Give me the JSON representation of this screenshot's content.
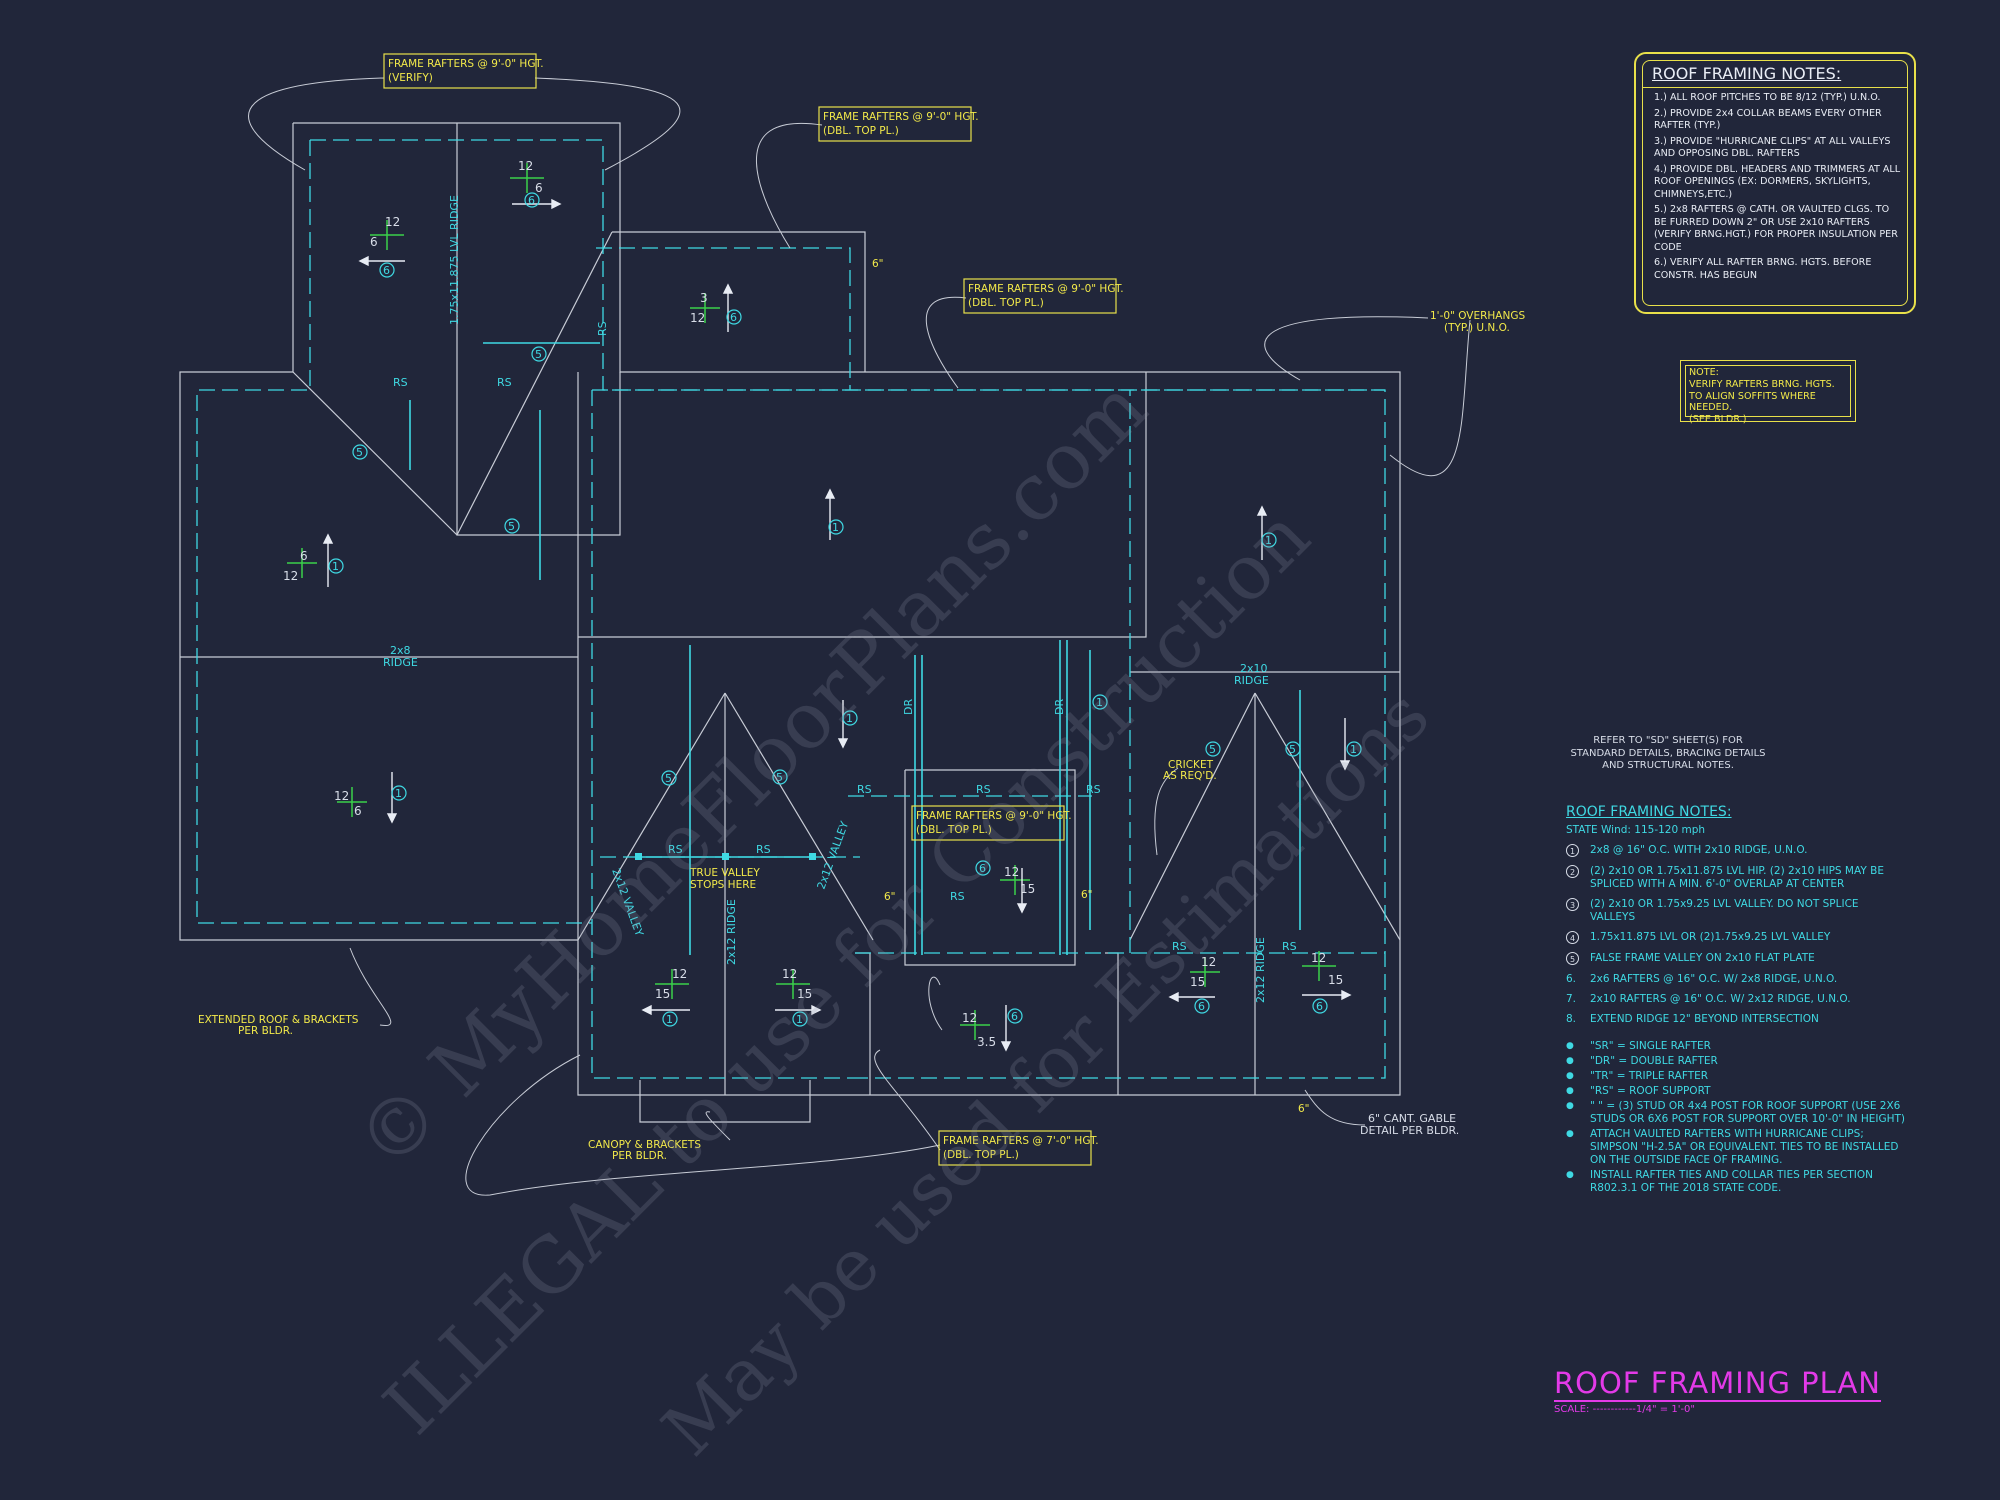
{
  "plan": {
    "top_callouts": {
      "frame_9_verify": [
        "FRAME RAFTERS @ 9'-0\" HGT.",
        "(VERIFY)"
      ],
      "frame_9_dbl_a": [
        "FRAME RAFTERS @ 9'-0\" HGT.",
        "(DBL. TOP PL.)"
      ],
      "frame_9_dbl_b": [
        "FRAME RAFTERS @ 9'-0\" HGT.",
        "(DBL. TOP PL.)"
      ],
      "frame_9_dbl_c": [
        "FRAME RAFTERS @ 9'-0\" HGT.",
        "(DBL. TOP PL.)"
      ],
      "frame_7_dbl": [
        "FRAME RAFTERS @ 7'-0\" HGT.",
        "(DBL. TOP PL.)"
      ]
    },
    "overhangs": [
      "1'-0\" OVERHANGS",
      "(TYP.) U.N.O."
    ],
    "extended_roof": [
      "EXTENDED ROOF & BRACKETS",
      "PER BLDR."
    ],
    "canopy": [
      "CANOPY & BRACKETS",
      "PER BLDR."
    ],
    "gable": [
      "6\" CANT. GABLE",
      "DETAIL PER BLDR."
    ],
    "cricket": [
      "CRICKET",
      "AS REQ'D."
    ],
    "true_valley": [
      "TRUE VALLEY",
      "STOPS HERE"
    ],
    "labels": {
      "rs": "RS",
      "dr": "DR",
      "ridge_2x8": [
        "2x8",
        "RIDGE"
      ],
      "ridge_2x10": [
        "2x10",
        "RIDGE"
      ],
      "ridge_2x12": "2x12 RIDGE",
      "lvl_ridge": "1.75x11.875 LVL RIDGE",
      "valley_2x12": "2x12 VALLEY",
      "six_in": "6\""
    },
    "pitch_values": [
      "12",
      "6",
      "3",
      "15",
      "3.5"
    ],
    "tag_values": [
      "1",
      "5",
      "6"
    ]
  },
  "roof_notes_box": {
    "title": "ROOF FRAMING NOTES:",
    "items": [
      "1.) ALL ROOF PITCHES TO BE 8/12 (TYP.) U.N.O.",
      "2.) PROVIDE 2x4 COLLAR BEAMS EVERY OTHER RAFTER (TYP.)",
      "3.) PROVIDE \"HURRICANE CLIPS\" AT ALL VALLEYS AND OPPOSING DBL. RAFTERS",
      "4.) PROVIDE DBL. HEADERS AND TRIMMERS AT ALL ROOF OPENINGS (EX: DORMERS, SKYLIGHTS, CHIMNEYS,ETC.)",
      "5.) 2x8 RAFTERS @ CATH. OR VAULTED CLGS. TO BE FURRED DOWN 2\" OR USE 2x10 RAFTERS (VERIFY BRNG.HGT.) FOR PROPER INSULATION PER CODE",
      "6.) VERIFY ALL RAFTER BRNG. HGTS. BEFORE CONSTR. HAS BEGUN"
    ]
  },
  "note_box": {
    "lines": [
      "NOTE:",
      "VERIFY RAFTERS BRNG. HGTS.",
      "TO ALIGN SOFFITS WHERE NEEDED.",
      "(SEE BLDR.)"
    ]
  },
  "refer": "REFER TO \"SD\" SHEET(S) FOR STANDARD DETAILS, BRACING DETAILS AND STRUCTURAL NOTES.",
  "legend": {
    "title": "ROOF FRAMING NOTES:",
    "wind": "STATE Wind: 115-120 mph",
    "items": [
      {
        "num": "1",
        "text": "2x8 @ 16\" O.C. WITH 2x10 RIDGE, U.N.O."
      },
      {
        "num": "2",
        "text": "(2) 2x10 OR 1.75x11.875 LVL HIP. (2) 2x10 HIPS MAY BE SPLICED WITH A MIN. 6'-0\" OVERLAP AT CENTER"
      },
      {
        "num": "3",
        "text": "(2) 2x10 OR 1.75x9.25 LVL VALLEY. DO NOT SPLICE VALLEYS"
      },
      {
        "num": "4",
        "text": "1.75x11.875 LVL OR (2)1.75x9.25 LVL VALLEY"
      },
      {
        "num": "5",
        "text": "FALSE FRAME VALLEY ON 2x10 FLAT PLATE"
      },
      {
        "num": "6.",
        "text": "2x6 RAFTERS @ 16\" O.C. W/ 2x8 RIDGE, U.N.O."
      },
      {
        "num": "7.",
        "text": "2x10 RAFTERS @ 16\" O.C. W/ 2x12 RIDGE, U.N.O."
      },
      {
        "num": "8.",
        "text": "EXTEND RIDGE 12\" BEYOND INTERSECTION"
      }
    ],
    "bullets": [
      "\"SR\" = SINGLE RAFTER",
      "\"DR\" = DOUBLE RAFTER",
      "\"TR\" = TRIPLE RAFTER",
      "\"RS\" = ROOF SUPPORT",
      "\" \" = (3) STUD OR 4x4 POST FOR ROOF SUPPORT (USE 2X6 STUDS OR 6X6 POST FOR SUPPORT OVER 10'-0\" IN HEIGHT)",
      "ATTACH VAULTED RAFTERS WITH HURRICANE CLIPS; SIMPSON \"H-2.5A\" OR EQUIVALENT. TIES TO BE INSTALLED ON THE OUTSIDE FACE OF FRAMING.",
      "INSTALL RAFTER TIES AND COLLAR TIES PER SECTION R802.3.1 OF THE 2018 STATE CODE."
    ]
  },
  "title_block": {
    "title": "ROOF FRAMING PLAN",
    "scale": "SCALE: ------------1/4\" = 1'-0\""
  },
  "watermark": {
    "line1": "© MyHomeFloorPlans.com",
    "line2": "ILLEGAL to use for Construction",
    "line3": "May be used for Estimations"
  },
  "colors": {
    "background": "#21263a",
    "roof_line": "#c8ccd6",
    "framing": "#3fd9e3",
    "callout": "#f2e94a",
    "pitch": "#3ad14a",
    "title": "#e33ae8"
  }
}
